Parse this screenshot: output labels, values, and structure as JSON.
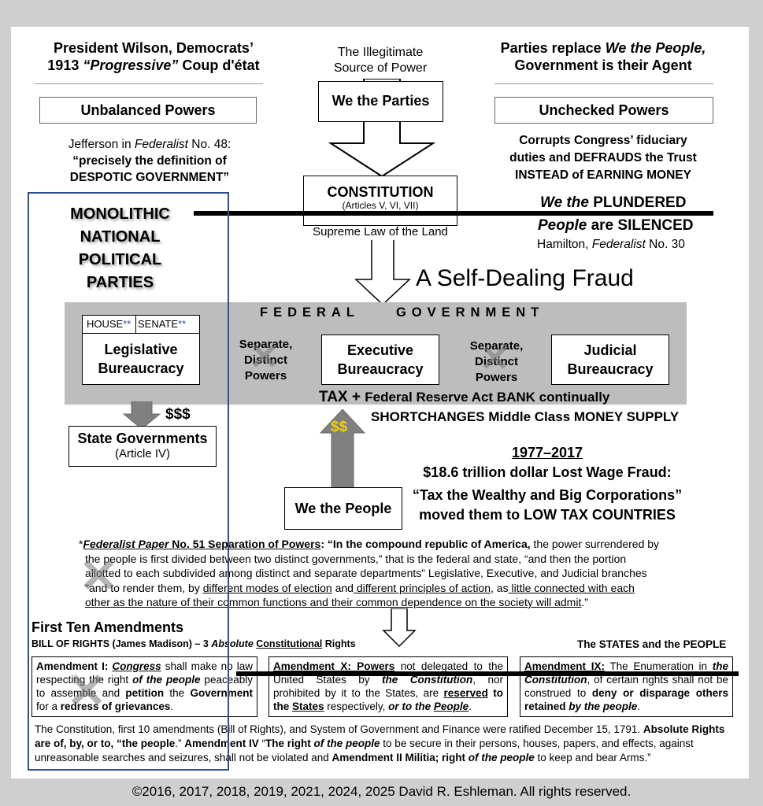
{
  "header": {
    "left_title_1": "President Wilson, Democrats’",
    "left_title_2a": "1913 ",
    "left_title_2b": "“Progressive”",
    "left_title_2c": " Coup d'état",
    "center_1": "The Illegitimate",
    "center_2": "Source of Power",
    "right_title_1a": "Parties replace ",
    "right_title_1b": "We the People,",
    "right_title_2": "Government is their Agent"
  },
  "left_col": {
    "unbalanced": "Unbalanced Powers",
    "jefferson_1a": "Jefferson in ",
    "jefferson_1b": "Federalist",
    "jefferson_1c": " No. 48:",
    "jefferson_2": "“precisely the definition of",
    "jefferson_3": "DESPOTIC GOVERNMENT”",
    "monolithic": [
      "MONOLITHIC",
      "NATIONAL",
      "POLITICAL",
      "PARTIES"
    ]
  },
  "center_col": {
    "we_parties": "We the Parties",
    "constitution": "CONSTITUTION",
    "constitution_sub": "(Articles V, VI, VII)",
    "supreme": "Supreme Law of the Land",
    "self_dealing": "A Self-Dealing Fraud"
  },
  "right_col": {
    "unchecked": "Unchecked Powers",
    "corrupts_1": "Corrupts Congress’ fiduciary",
    "corrupts_2": "duties and DEFRAUDS the Trust",
    "corrupts_3": "INSTEAD of EARNING MONEY",
    "plundered_1a": "We the",
    "plundered_1b": " PLUNDERED",
    "plundered_2a": "People",
    "plundered_2b": " are SILENCED",
    "hamilton_a": "Hamilton, ",
    "hamilton_b": "Federalist",
    "hamilton_c": " No. 30"
  },
  "federal": {
    "title": "FEDERAL    GOVERNMENT",
    "house": "HOUSE",
    "senate": "SENATE",
    "stars": "**",
    "legislative": [
      "Legislative",
      "Bureaucracy"
    ],
    "separate_1": [
      "Separate,",
      "Distinct",
      "Powers"
    ],
    "executive": [
      "Executive",
      "Bureaucracy"
    ],
    "separate_2": [
      "Separate,",
      "Distinct",
      "Powers"
    ],
    "judicial": [
      "Judicial",
      "Bureaucracy"
    ],
    "tax_a": "TAX + ",
    "tax_b": "Federal Reserve Act BANK continually",
    "tax_c": "SHORTCHANGES Middle Class MONEY SUPPLY"
  },
  "money": {
    "state_dollars": "$$$",
    "people_dollars": "$$",
    "state_gov": "State Governments",
    "state_gov_sub": "(Article IV)",
    "we_people": "We the People"
  },
  "fraud": {
    "years": "1977–2017",
    "amount": "$18.6 trillion dollar Lost Wage Fraud:",
    "quote_1": "“Tax the Wealthy and Big Corporations”",
    "quote_2": "moved them to LOW TAX COUNTRIES"
  },
  "federalist51": {
    "star": "*",
    "title_a": "Federalist Paper",
    "title_b": " No. 51 Separation of Powers",
    "title_c": ": ",
    "q1": "“In the compound republic of America,",
    "t1": " the power surrendered by",
    "line2": "the people is first divided between two distinct governments,” that is the federal and state, “and then the portion",
    "line3": "allotted to each subdivided among distinct and separate departments” Legislative, Executive, and Judicial branches",
    "line4a": "\"and to render them, by ",
    "line4b": "different modes of election",
    "line4c": " and",
    "line4d": " different principles of action",
    "line4e": ", as",
    "line4f": " little connected with each",
    "line5": "other as the nature of their common functions and their common dependence on the society will admit",
    "line5end": ".”"
  },
  "amendments": {
    "heading": "First Ten Amendments",
    "bor_a": "BILL OF RIGHTS (James Madison) – 3 ",
    "bor_b": "Absolute",
    "bor_c": " ",
    "bor_d": "Constitutional",
    "bor_e": " Rights",
    "states_people": "The STATES and the PEOPLE",
    "a1": {
      "label": "Amendment I: ",
      "congress": "Congress",
      "t1": " shall make no law respecting the right ",
      "otp": "of the people",
      "t2": " peaceably to assemble and ",
      "petition": "petition",
      "t3": " the ",
      "gov": "Government",
      "t4": " for a ",
      "redress": "redress of grievances",
      "t5": "."
    },
    "a10": {
      "label": "Amendment X: Powers",
      "t1": " not delegated to the United States by ",
      "const": "the Constitution",
      "t2": ", nor prohibited by it to the States, are ",
      "reserved": "reserved",
      "t3": " ",
      "to_the": "to the ",
      "states": "States",
      "t4": " respectively, ",
      "or_to": "or to the ",
      "people": "People",
      "t5": "."
    },
    "a9": {
      "label": "Amendment IX:",
      "t1": " The Enumeration in ",
      "const": "the Constitution",
      "t2": ", of  certain rights shall not be construed to ",
      "deny": "deny or disparage others retained ",
      "btp": "by the people",
      "t3": "."
    }
  },
  "ratified": {
    "t1": "The Constitution, first 10 amendments (Bill of Rights), and System of Government and Finance were ratified December 15, 1791.  ",
    "b1": "Absolute Rights are of, by, or to, “the people",
    "t2": ".”  ",
    "b2": "Amendment IV",
    "t3": " “",
    "b3": "The right ",
    "bi1": "of the people",
    "t4": " to be secure in their persons, houses, papers, and effects, against unreasonable searches and seizures, shall not be violated and ",
    "b4": "Amendment II Militia; right ",
    "bi2": "of the people",
    "t5": " to keep and bear Arms.”"
  },
  "copyright": "©2016, 2017, 2018, 2019, 2021, 2024, 2025 David R. Eshleman. All rights reserved.",
  "colors": {
    "background": "#cfcfcf",
    "page": "#ffffff",
    "federal_band": "#bdbdbd",
    "blue_frame": "#2f4f8a",
    "gold": "#f0d000",
    "arrow_gray": "#808080"
  }
}
